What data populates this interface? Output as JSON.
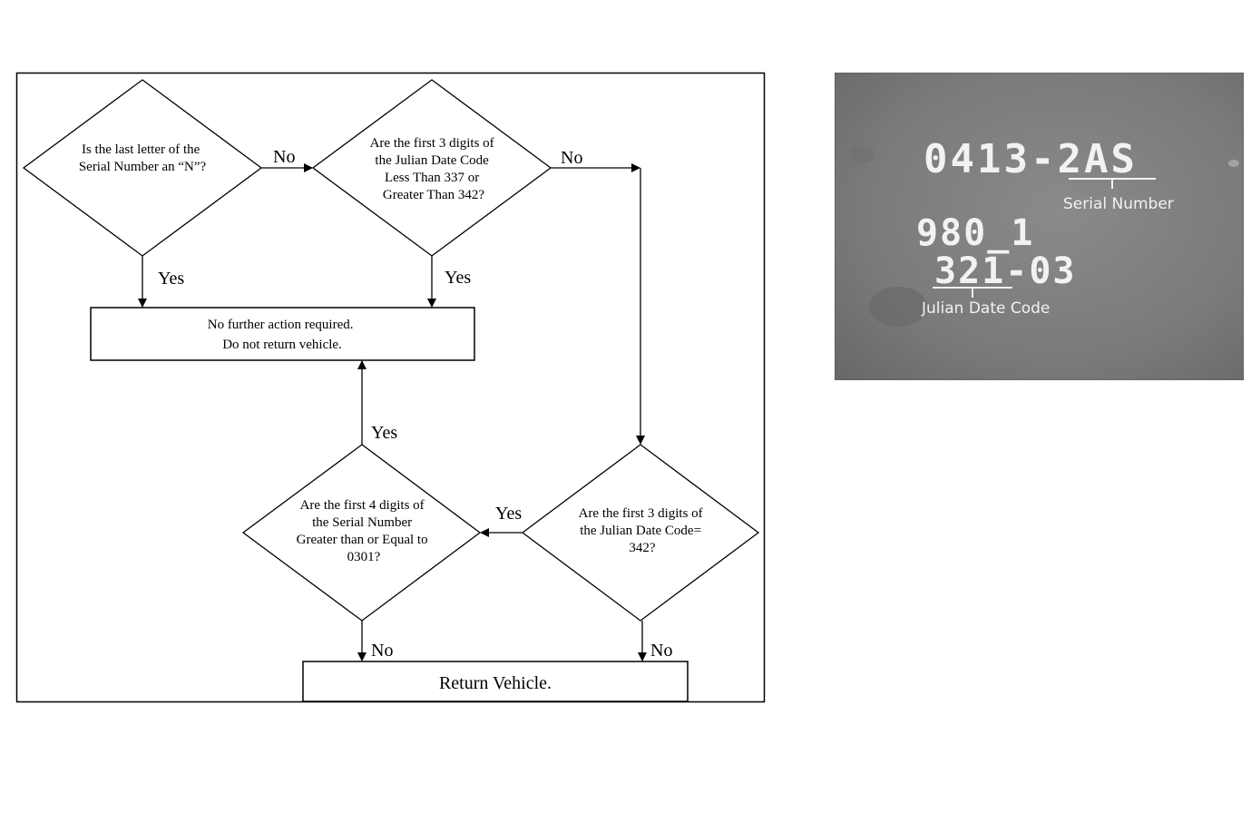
{
  "flowchart": {
    "decisions": [
      {
        "id": "d1",
        "lines": [
          "Is the last letter of the",
          "Serial Number an “N”?"
        ]
      },
      {
        "id": "d2",
        "lines": [
          "Are the first 3 digits of",
          "the Julian Date Code",
          "Less Than 337 or",
          "Greater Than 342?"
        ]
      },
      {
        "id": "d3",
        "lines": [
          "Are the first 3 digits of",
          "the Julian Date Code=",
          "342?"
        ]
      },
      {
        "id": "d4",
        "lines": [
          "Are the first 4 digits of",
          "the Serial Number",
          "Greater than or Equal to",
          "0301?"
        ]
      }
    ],
    "boxes": [
      {
        "id": "no_action",
        "lines": [
          "No further action required.",
          "Do not return vehicle."
        ]
      },
      {
        "id": "return",
        "lines": [
          "Return Vehicle."
        ]
      }
    ],
    "edge_labels": {
      "d1_no": "No",
      "d1_yes": "Yes",
      "d2_no": "No",
      "d2_yes": "Yes",
      "d3_yes": "Yes",
      "d3_no": "No",
      "d4_yes": "Yes",
      "d4_no": "No"
    }
  },
  "photo": {
    "stamp_line1": "0413-2AS",
    "stamp_line2": "980_1",
    "stamp_line3": "321-03",
    "serial_label": "Serial Number",
    "julian_label": "Julian Date Code",
    "colors": {
      "background": "#7d7d7d",
      "text": "#f2f2f2"
    }
  }
}
